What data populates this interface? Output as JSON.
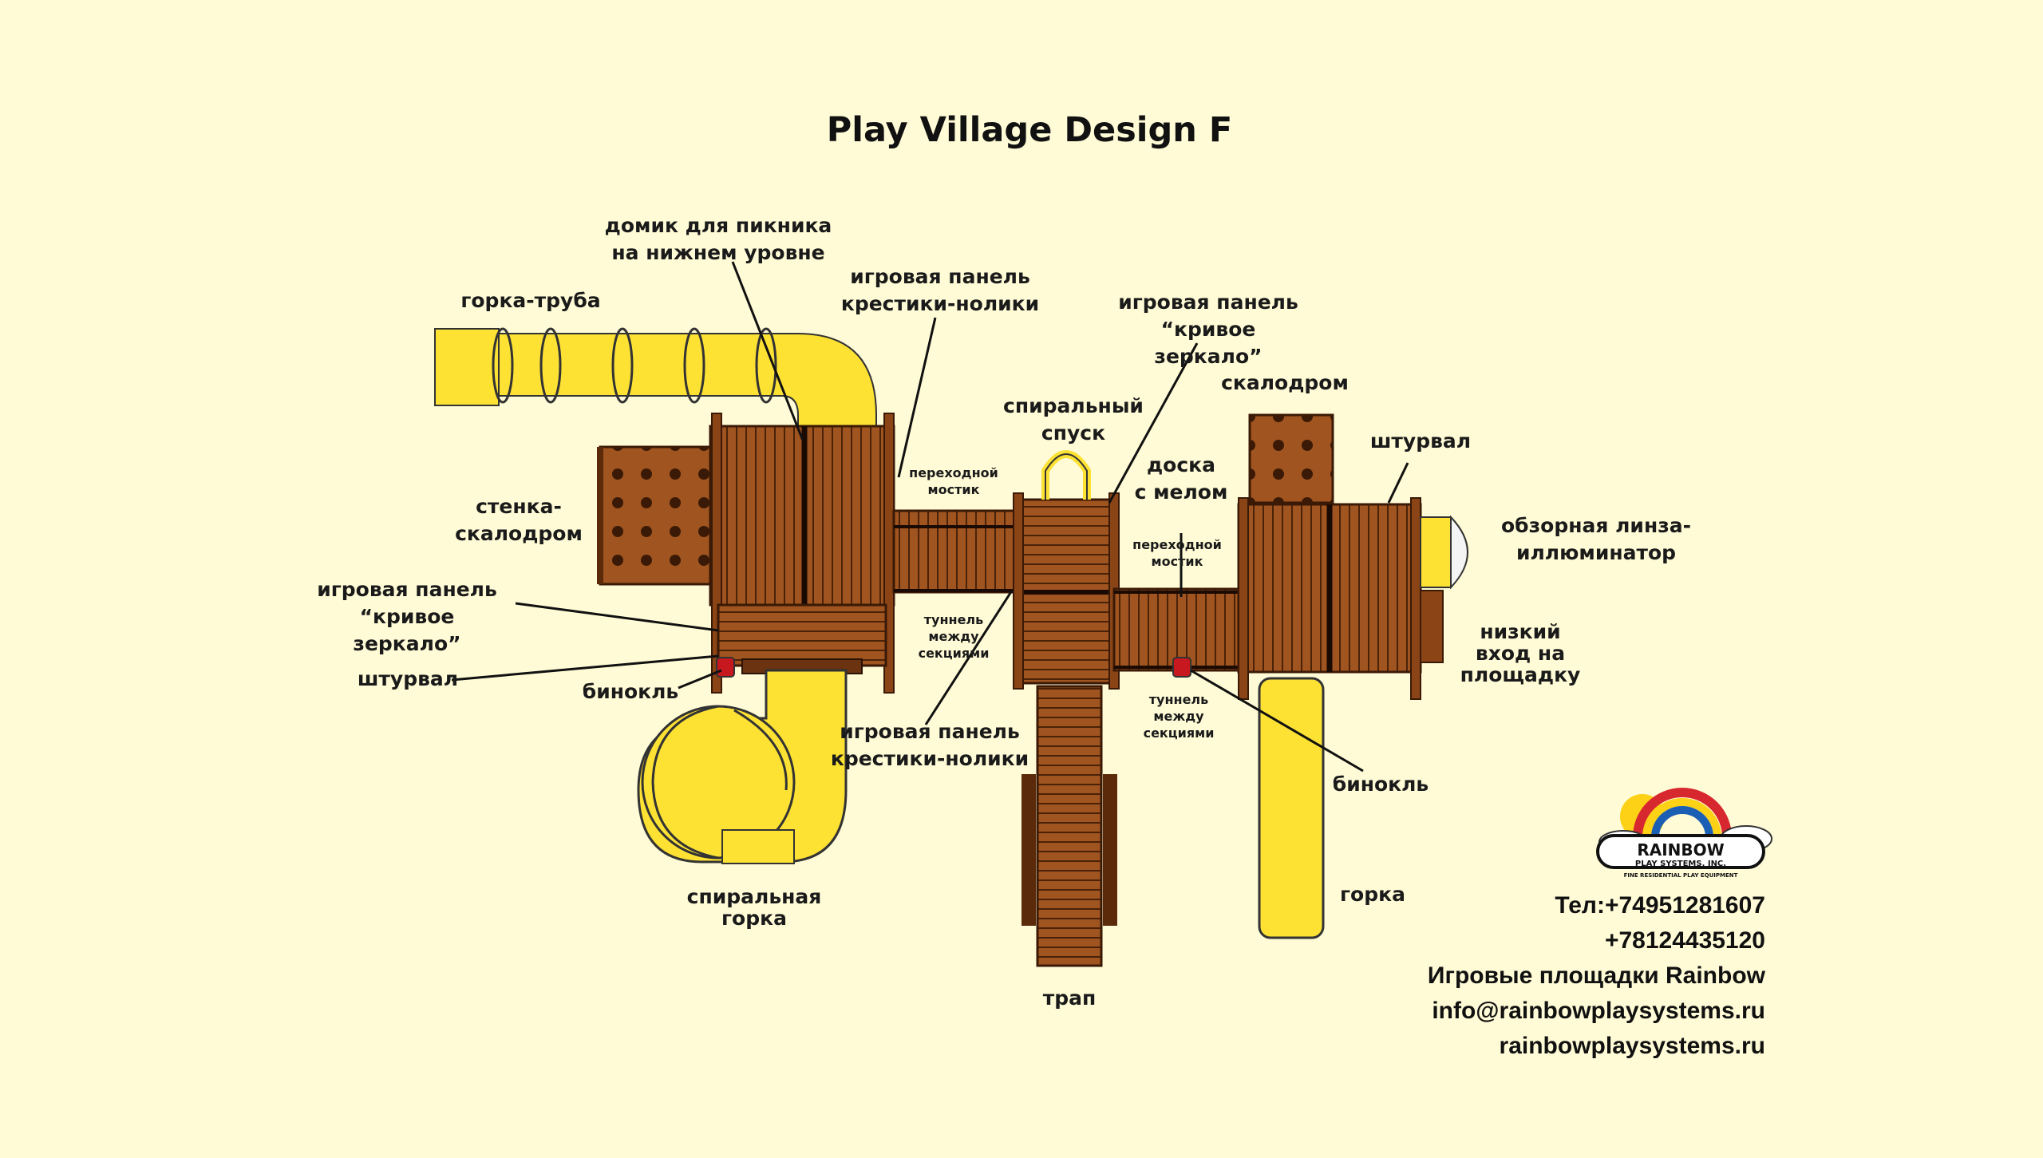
{
  "title": "Play Village Design F",
  "labels": {
    "tube_slide": "горка-труба",
    "picnic_house": "домик для пикника\nна нижнем уровне",
    "panel_ttt_top": "игровая панель\nкрестики-нолики",
    "panel_mirror_top": "игровая панель\n“кривое зеркало”",
    "spiral_descent": "спиральный\nспуск",
    "rock_wall": "скалодром",
    "bridge_left": "переходной\nмостик",
    "chalkboard": "доска\nс мелом",
    "bridge_right": "переходной\nмостик",
    "wheel_right": "штурвал",
    "climbing_wall": "стенка-\nскалодром",
    "lens": "обзорная линза-\nиллюминатор",
    "panel_mirror_left": "игровая панель\n“кривое зеркало”",
    "tunnel_left": "туннель\nмежду\nсекциями",
    "low_entrance": "низкий\nвход на\nплощадку",
    "wheel_left": "штурвал",
    "binoculars_left": "бинокль",
    "tunnel_right": "туннель\nмежду\nсекциями",
    "panel_ttt_bottom": "игровая панель\nкрестики-нолики",
    "binoculars_right": "бинокль",
    "spiral_slide": "спиральная\nгорка",
    "slide": "горка",
    "ramp": "трап"
  },
  "logo": {
    "brand": "RAINBOW",
    "company": "PLAY SYSTEMS, INC.",
    "tagline": "FINE RESIDENTIAL PLAY EQUIPMENT"
  },
  "contact": {
    "phone1": "Тел:+74951281607",
    "phone2": "+78124435120",
    "company": "Игровые площадки Rainbow",
    "email": "info@rainbowplaysystems.ru",
    "site": "rainbowplaysystems.ru"
  },
  "colors": {
    "background": "#fffbd6",
    "wood": "#9b4f1c",
    "wood_dark": "#5a2a0a",
    "plastic_yellow": "#fde234",
    "accent_red": "#c8181f"
  }
}
